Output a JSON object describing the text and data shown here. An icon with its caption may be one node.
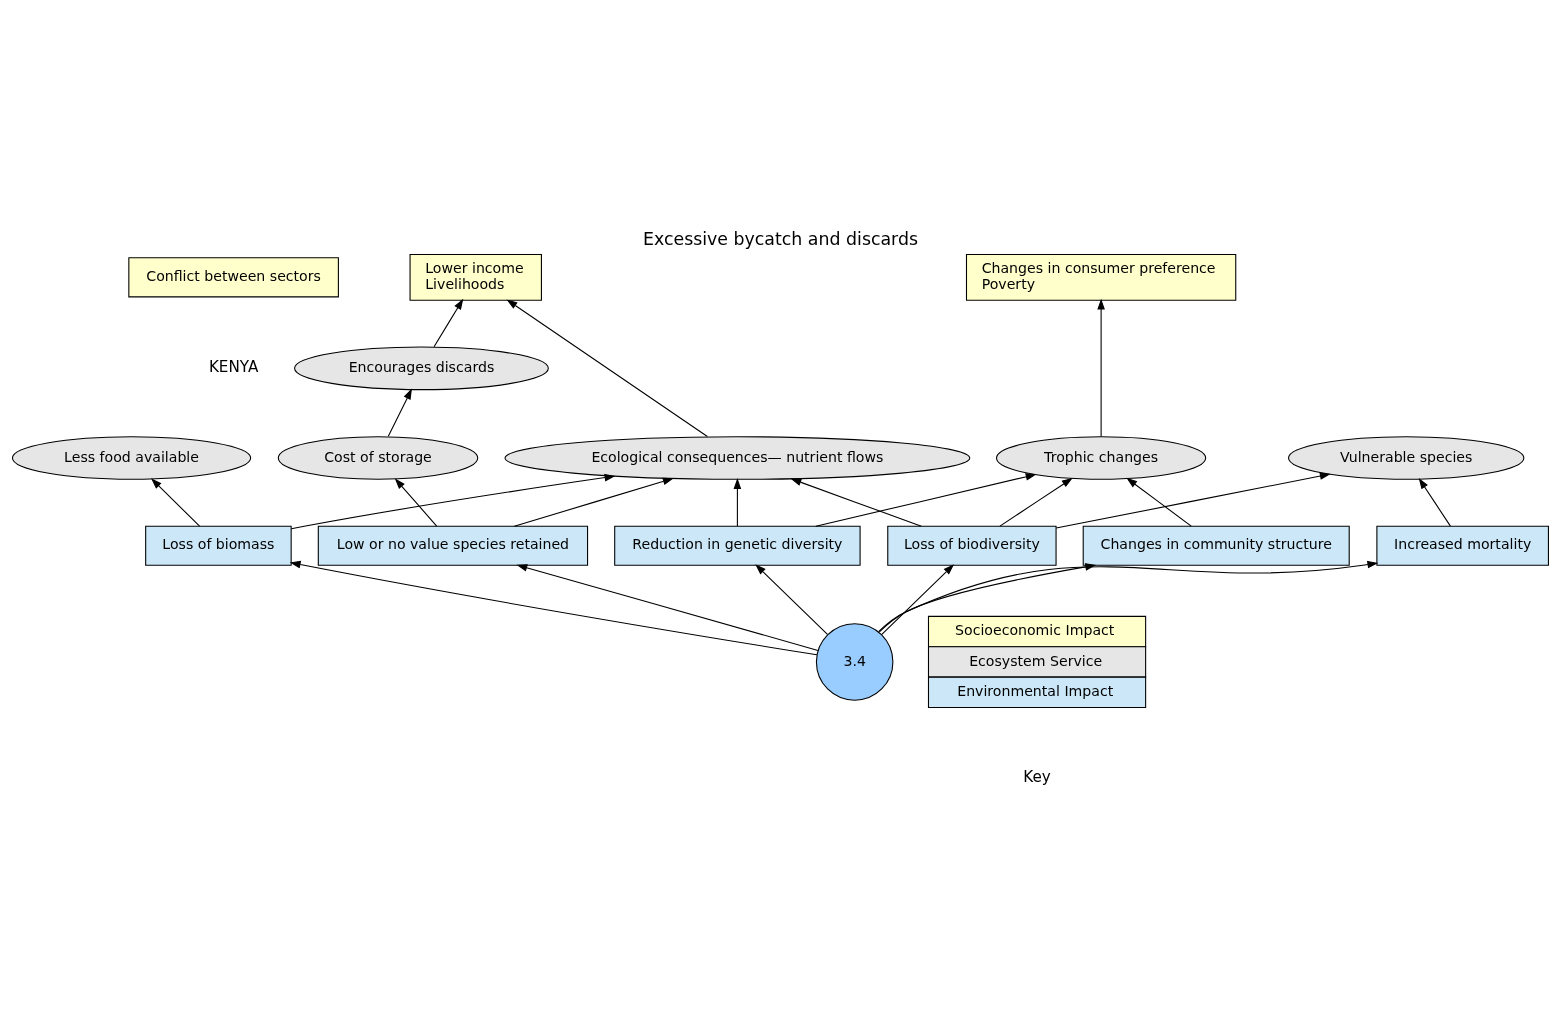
{
  "diagram": {
    "title": "Excessive bycatch and discards",
    "nodes": [
      {
        "text": [
          "Conflict between sectors"
        ]
      },
      {
        "text": [
          "Lower income",
          "Livelihoods"
        ]
      },
      {
        "text": [
          "Changes in consumer preference",
          "Poverty"
        ]
      },
      {
        "text": [
          "Trophic changes"
        ]
      },
      {
        "text": [
          "Less food available"
        ]
      },
      {
        "text": [
          "Vulnerable species"
        ]
      },
      {
        "text": [
          "Ecological consequences— nutrient flows"
        ]
      },
      {
        "text": [
          "Encourages discards"
        ]
      },
      {
        "text": [
          "Loss of biomass"
        ]
      },
      {
        "text": [
          "Changes in community structure"
        ]
      },
      {
        "text": [
          "Loss of biodiversity"
        ]
      },
      {
        "text": [
          "Increased mortality"
        ]
      },
      {
        "text": [
          "Reduction in genetic diversity"
        ]
      },
      {
        "text": [
          "Cost of storage"
        ]
      },
      {
        "text": [
          "3.4"
        ]
      },
      {
        "text": [
          "Low or no value species retained"
        ]
      }
    ],
    "edges": [
      {
        "from": 3,
        "to": 2,
        "arrow": "to"
      },
      {
        "from": 6,
        "to": 1,
        "arrow": "to"
      },
      {
        "from": 7,
        "to": 1,
        "arrow": "to"
      },
      {
        "from": 13,
        "to": 7,
        "arrow": "to"
      },
      {
        "from": 15,
        "to": 13,
        "arrow": "to"
      },
      {
        "from": 15,
        "to": 6,
        "arrow": "to"
      },
      {
        "from": 14,
        "to": 15,
        "arrow": "to"
      },
      {
        "from": 14,
        "to": 8,
        "arrow": "to"
      },
      {
        "from": 14,
        "to": 9,
        "arrow": "to"
      },
      {
        "from": 14,
        "to": 10,
        "arrow": "to"
      },
      {
        "from": 14,
        "to": 11,
        "arrow": "to"
      },
      {
        "from": 14,
        "to": 12,
        "arrow": "to"
      },
      {
        "from": 8,
        "to": 4,
        "arrow": "to"
      },
      {
        "from": 8,
        "to": 6,
        "arrow": "to"
      },
      {
        "from": 9,
        "to": 3,
        "arrow": "to"
      },
      {
        "from": 10,
        "to": 3,
        "arrow": "to"
      },
      {
        "from": 10,
        "to": 5,
        "arrow": "to"
      },
      {
        "from": 10,
        "to": 6,
        "arrow": "to"
      },
      {
        "from": 11,
        "to": 5,
        "arrow": "to"
      },
      {
        "from": 12,
        "to": 3,
        "arrow": "to"
      },
      {
        "from": 12,
        "to": 6,
        "arrow": "to"
      }
    ],
    "labels": [
      "KENYA",
      "Key"
    ],
    "legend": [
      {
        "text": "Socioeconomic Impact",
        "color": "#ffffcc"
      },
      {
        "text": "Ecosystem Service",
        "color": "#e6e6e6"
      },
      {
        "text": "Environmental Impact",
        "color": "#cce8f8"
      }
    ]
  }
}
